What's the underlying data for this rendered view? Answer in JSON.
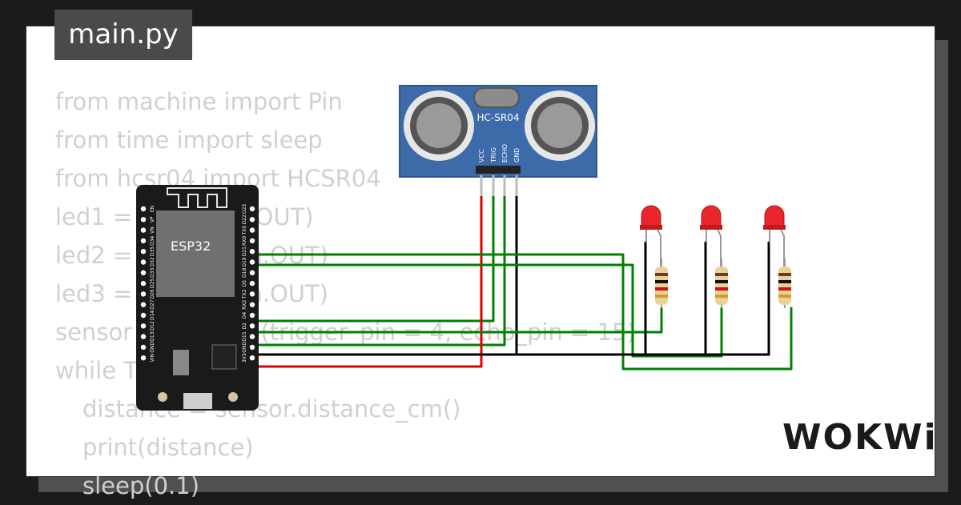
{
  "file_tab": {
    "label": "main.py"
  },
  "code_lines": [
    {
      "text": "from machine import Pin",
      "indent": false
    },
    {
      "text": "from time import sleep",
      "indent": false
    },
    {
      "text": "from hcsr04 import HCSR04",
      "indent": false
    },
    {
      "text": "led1 = Pin(2, Pin.OUT)",
      "indent": false
    },
    {
      "text": "led2 = Pin(19, Pin.OUT)",
      "indent": false
    },
    {
      "text": "led3 = Pin(21, Pin.OUT)",
      "indent": false
    },
    {
      "text": "sensor = HCSR04(trigger_pin = 4, echo_pin = 15)",
      "indent": false
    },
    {
      "text": "while True:",
      "indent": false
    },
    {
      "text": "distance = sensor.distance_cm()",
      "indent": true
    },
    {
      "text": "print(distance)",
      "indent": true
    },
    {
      "text": "sleep(0.1)",
      "indent": true
    }
  ],
  "sensor": {
    "label": "HC-SR04",
    "pins": [
      "VCC",
      "TRIG",
      "ECHO",
      "GND"
    ]
  },
  "esp32": {
    "label": "ESP32",
    "left_pins": [
      "EN",
      "VP",
      "VN",
      "D34",
      "D35",
      "D32",
      "D33",
      "D25",
      "D26",
      "D27",
      "D14",
      "D12",
      "D13",
      "GND",
      "VIN"
    ],
    "right_pins": [
      "D23",
      "D22",
      "TX0",
      "RX0",
      "D21",
      "D19",
      "D18",
      "D5",
      "TX2",
      "RX2",
      "D4",
      "D2",
      "D15",
      "GND",
      "3V3"
    ]
  },
  "logo": {
    "text": "WOKWi"
  },
  "colors": {
    "background": "#1b1b1b",
    "card": "#ffffff",
    "tab": "#4a4a4a",
    "code_text": "#d0d0d0",
    "board": "#1a1a1a",
    "sensor_board": "#3d6aa8",
    "wire_green": "#008000",
    "wire_red": "#e00000",
    "wire_black": "#000000",
    "led_red": "#e8262b"
  }
}
